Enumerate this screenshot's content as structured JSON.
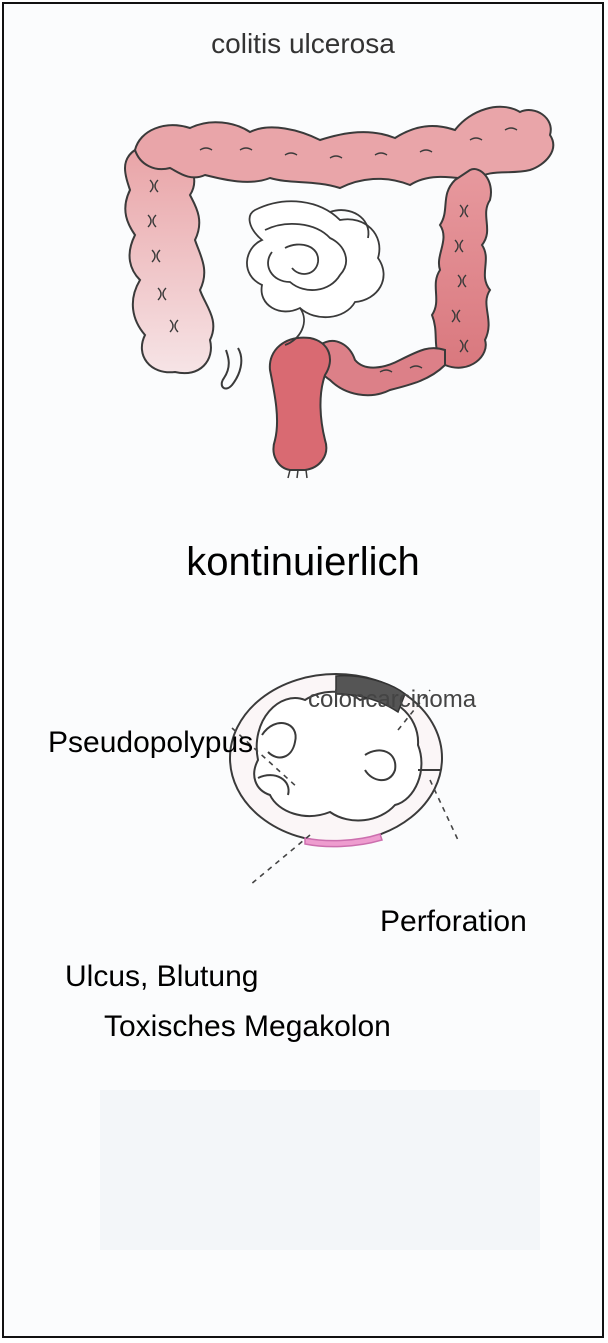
{
  "title": "colitis ulcerosa",
  "pattern": "kontinuierlich",
  "cross_section": {
    "label_carcinoma": "coloncarcinoma",
    "label_pseudopolyp": "Pseudopolypus",
    "label_perforation": "Perforation",
    "label_ulcus": "Ulcus, Blutung"
  },
  "complication": "Toxisches Megakolon",
  "colors": {
    "inflamed": "#e8a0a4",
    "inflamed_dark": "#d9787e",
    "rectum": "#d96a72",
    "outline": "#3a3a3a",
    "carcinoma": "#555555",
    "ulcus": "#ee9ccf"
  }
}
